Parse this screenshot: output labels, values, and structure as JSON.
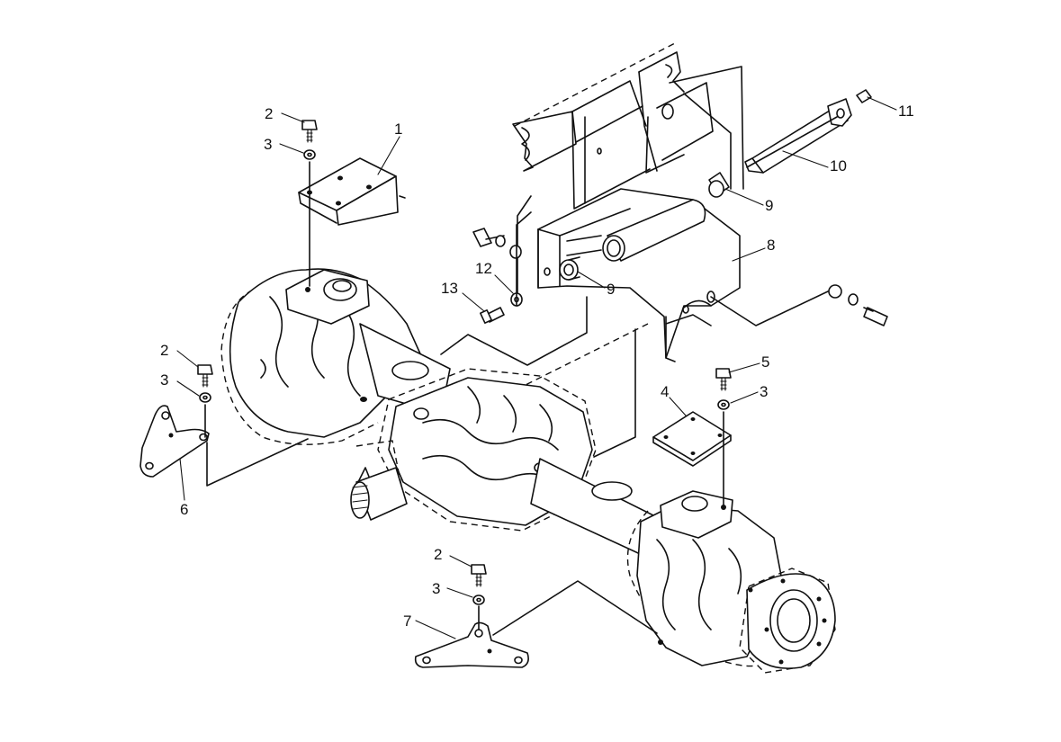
{
  "callouts": [
    {
      "id": "c1",
      "text": "1"
    },
    {
      "id": "c2a",
      "text": "2"
    },
    {
      "id": "c3a",
      "text": "3"
    },
    {
      "id": "c2b",
      "text": "2"
    },
    {
      "id": "c3b",
      "text": "3"
    },
    {
      "id": "c6",
      "text": "6"
    },
    {
      "id": "c13",
      "text": "13"
    },
    {
      "id": "c12",
      "text": "12"
    },
    {
      "id": "c9a",
      "text": "9"
    },
    {
      "id": "c9b",
      "text": "9"
    },
    {
      "id": "c8",
      "text": "8"
    },
    {
      "id": "c10",
      "text": "10"
    },
    {
      "id": "c11",
      "text": "11"
    },
    {
      "id": "c5",
      "text": "5"
    },
    {
      "id": "c3c",
      "text": "3"
    },
    {
      "id": "c4",
      "text": "4"
    },
    {
      "id": "c2c",
      "text": "2"
    },
    {
      "id": "c3d",
      "text": "3"
    },
    {
      "id": "c7",
      "text": "7"
    }
  ],
  "colors": {
    "line": "#111111",
    "background": "#ffffff"
  }
}
